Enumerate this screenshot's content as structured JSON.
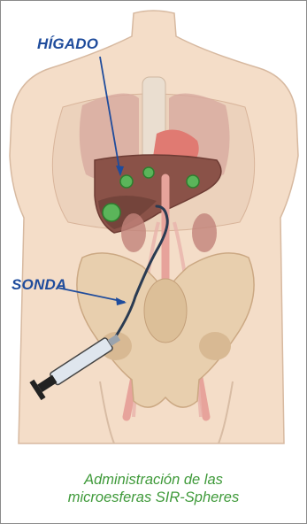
{
  "labels": {
    "liver": "HÍGADO",
    "probe": "SONDA"
  },
  "caption": {
    "line1": "Administración de las",
    "line2": "microesferas SIR-Spheres"
  },
  "colors": {
    "label_blue": "#1f4c9c",
    "caption_green": "#3f9a3a",
    "skin": "#f4ddc8",
    "bone": "#e8cfae",
    "liver": "#8a5248",
    "artery": "#e7a39b",
    "microsphere": "#5bb55a"
  }
}
